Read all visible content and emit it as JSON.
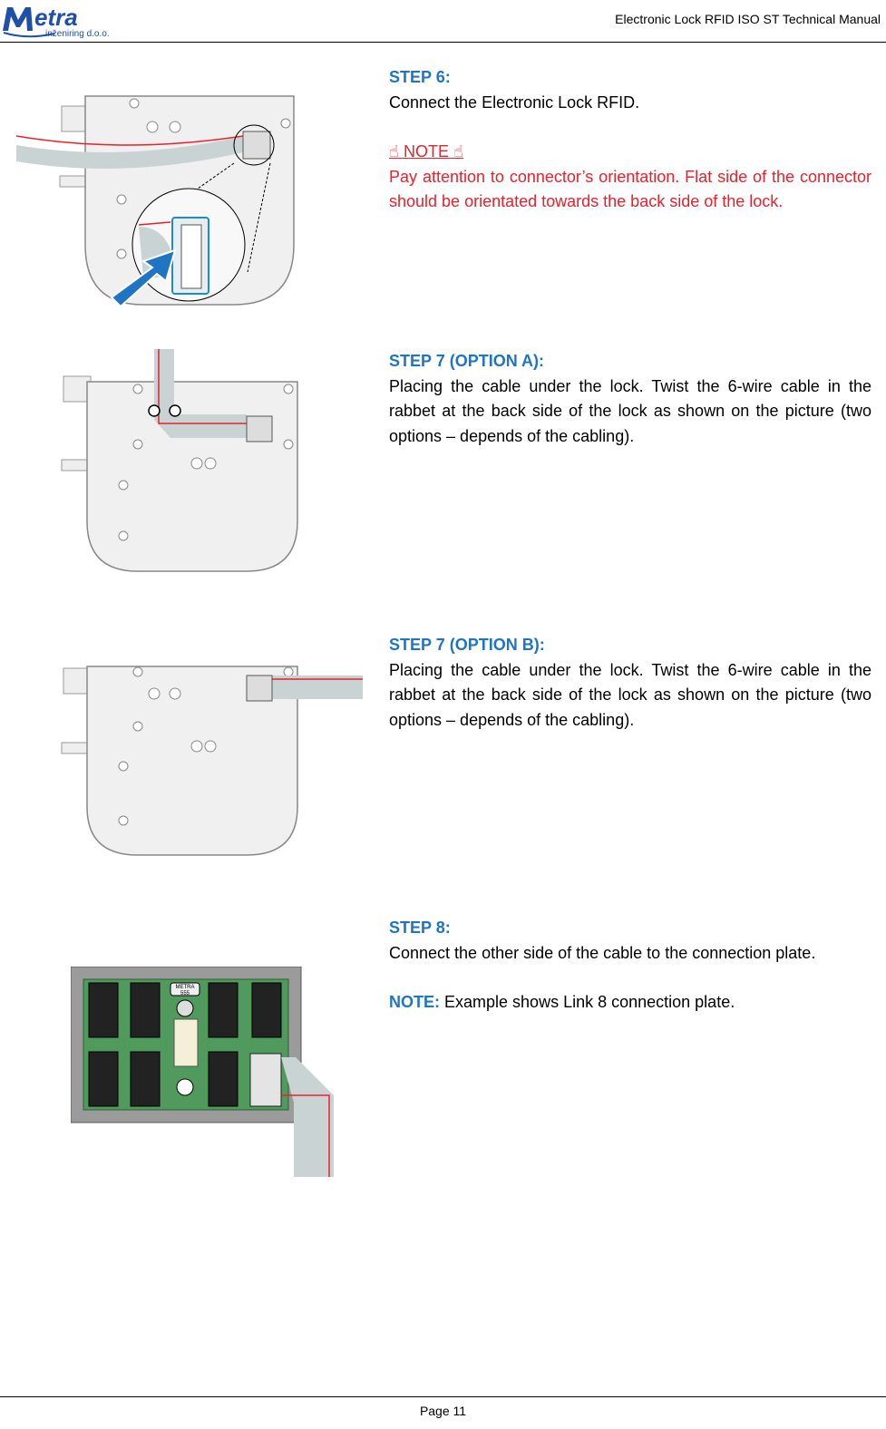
{
  "header": {
    "logo_word": "etra",
    "logo_sub": "inženiring d.o.o.",
    "doc_title": "Electronic Lock RFID ISO ST Technical Manual"
  },
  "steps": [
    {
      "title": "STEP 6:",
      "text": "Connect the Electronic Lock RFID.",
      "note_head": "☝ NOTE ☝",
      "note_text": "Pay attention to connector’s orientation. Flat side of the connector should be orientated towards the back side of the lock."
    },
    {
      "title": "STEP 7 (OPTION A):",
      "text": "Placing the cable under the lock. Twist the 6-wire cable in the rabbet at the back side of the lock as shown on the picture (two options – depends of the cabling)."
    },
    {
      "title": "STEP 7 (OPTION B):",
      "text": "Placing the cable under the lock. Twist the 6-wire cable in the rabbet at the back side of the lock as shown on the picture (two options – depends of the cabling)."
    },
    {
      "title": "STEP 8:",
      "text": "Connect the other side of the cable to the connection plate.",
      "note_label": "NOTE:",
      "note_text": "Example shows Link 8 connection plate."
    }
  ],
  "plate_label": [
    "METRA",
    "555"
  ],
  "footer": {
    "page": "Page 11"
  },
  "colors": {
    "accent_blue": "#1f74c4",
    "note_red": "#e8212c",
    "pcb_green": "#4f9a5c"
  }
}
